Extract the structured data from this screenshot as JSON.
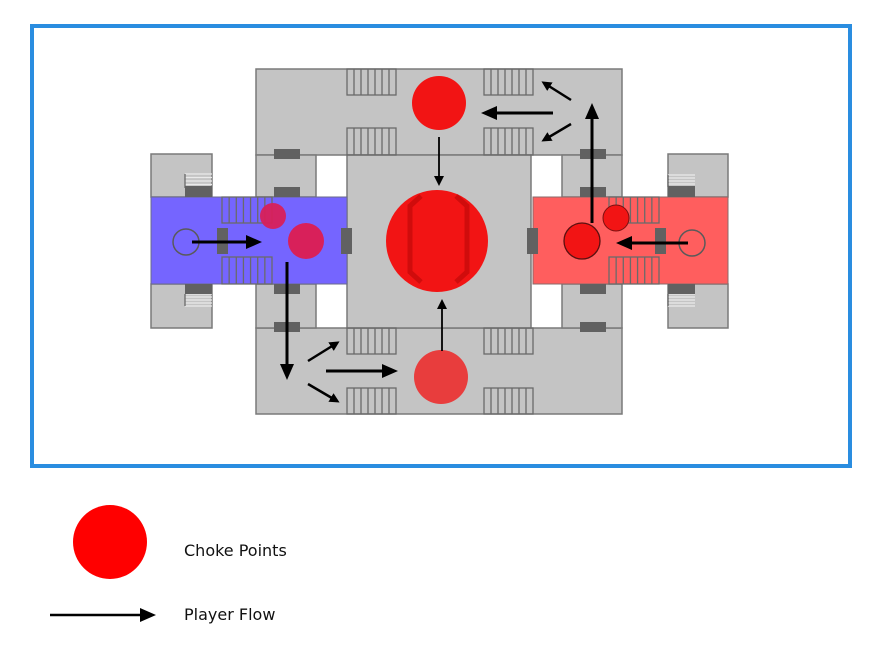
{
  "diagram": {
    "type": "level-layout-map",
    "frame_color": "#2a8de0",
    "colors": {
      "floor": "#c4c4c4",
      "wall": "#7a7a7a",
      "door": "#616161",
      "blue_base": "#7565ff",
      "red_base": "#ff5e5e",
      "choke_point": "#f21414",
      "choke_point_bottom": "#e83d3d",
      "choke_point_blue_side": "#d8205a",
      "arrow": "#000000",
      "spawn_ring": "#5a5a5a"
    },
    "zones": [
      {
        "id": "blue-base",
        "team": "blue"
      },
      {
        "id": "red-base",
        "team": "red"
      },
      {
        "id": "top-hall"
      },
      {
        "id": "bottom-hall"
      },
      {
        "id": "center-room"
      }
    ],
    "choke_points": [
      {
        "id": "choke-top-hall"
      },
      {
        "id": "choke-center"
      },
      {
        "id": "choke-bottom-hall"
      },
      {
        "id": "choke-blue-small"
      },
      {
        "id": "choke-blue-large"
      },
      {
        "id": "choke-red-small"
      },
      {
        "id": "choke-red-large"
      }
    ],
    "player_flows": [
      {
        "from": "blue-spawn",
        "to": "blue-choke"
      },
      {
        "from": "blue-base",
        "to": "bottom-hall"
      },
      {
        "from": "bottom-hall-west",
        "to": "bottom-hall-choke"
      },
      {
        "from": "bottom-hall-choke",
        "to": "center-room"
      },
      {
        "from": "red-spawn",
        "to": "red-choke"
      },
      {
        "from": "red-base",
        "to": "top-hall"
      },
      {
        "from": "top-hall-east",
        "to": "top-hall-choke"
      },
      {
        "from": "top-hall-choke",
        "to": "center-room"
      }
    ]
  },
  "legend": {
    "choke_points_label": "Choke Points",
    "player_flow_label": "Player Flow"
  }
}
